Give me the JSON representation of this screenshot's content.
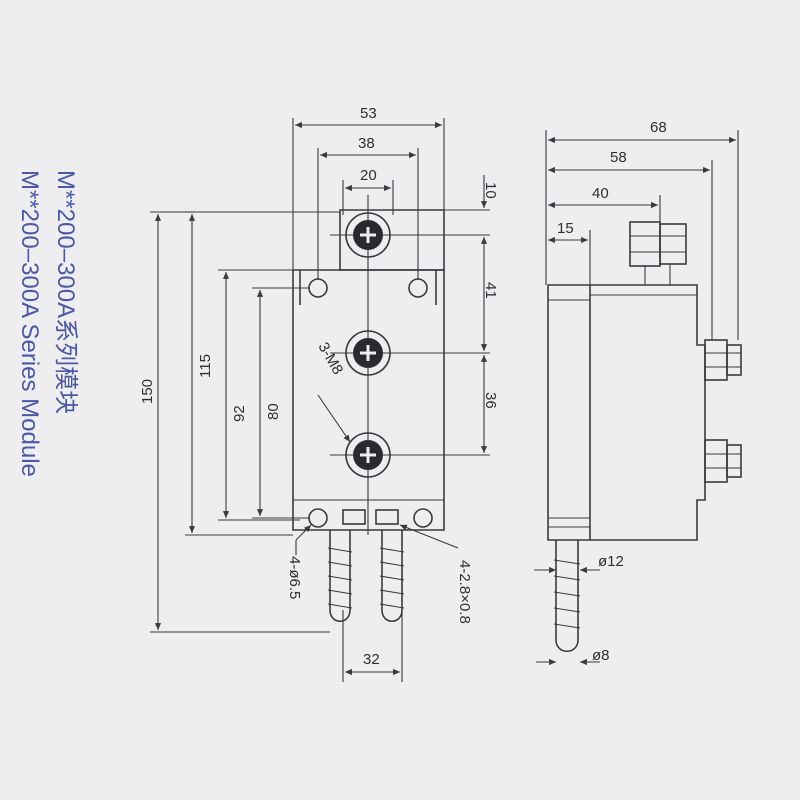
{
  "side_text": {
    "line1": "M**200–300A系列模块",
    "line2": "M**200–300A Series Module"
  },
  "front_view": {
    "dim_top_overall": "53",
    "dim_top_mid": "38",
    "dim_top_inner": "20",
    "dim_right_top": "10",
    "dim_right_mid": "41",
    "dim_right_low": "36",
    "dim_left_overall": "150",
    "dim_left_115": "115",
    "dim_left_92": "92",
    "dim_left_80": "80",
    "label_terminal": "3-M8",
    "label_holes": "4-ø6.5",
    "label_tabs": "4-2.8×0.8",
    "dim_bottom": "32"
  },
  "side_view": {
    "dim_68": "68",
    "dim_58": "58",
    "dim_40": "40",
    "dim_15": "15",
    "dim_d12": "ø12",
    "dim_d8": "ø8"
  },
  "colors": {
    "ink": "#3a3a3e",
    "paper": "#eeeef0",
    "side_text": "#4a58a6"
  }
}
